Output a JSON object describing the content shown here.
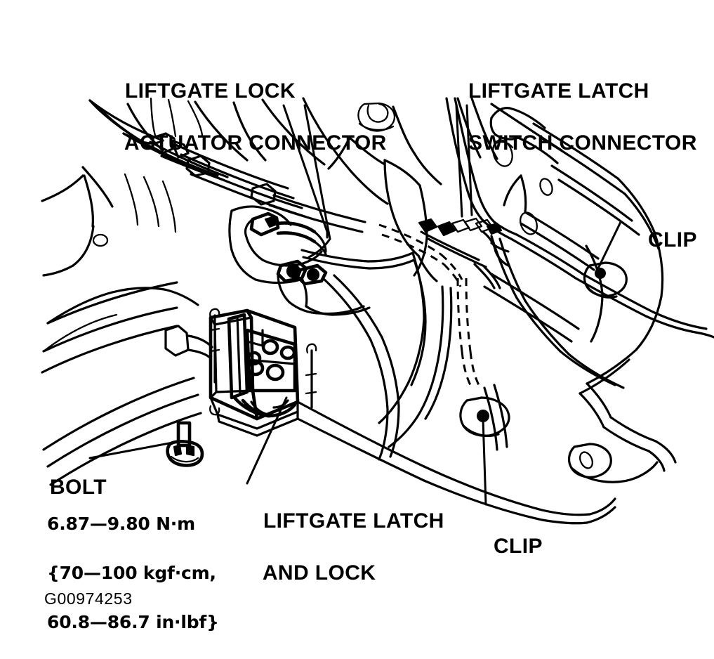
{
  "figure": {
    "id_code": "G00974253",
    "background_color": "#ffffff",
    "line_color": "#000000",
    "subject": "liftgate latch and lock assembly"
  },
  "callouts": {
    "lock_actuator_connector": {
      "line1": "LIFTGATE LOCK",
      "line2": "ACTUATOR CONNECTOR"
    },
    "latch_switch_connector": {
      "line1": "LIFTGATE LATCH",
      "line2": "SWITCH CONNECTOR"
    },
    "clip_right": {
      "line1": "CLIP"
    },
    "clip_bottom": {
      "line1": "CLIP"
    },
    "bolt": {
      "line1": "BOLT"
    },
    "latch_and_lock": {
      "line1": "LIFTGATE LATCH",
      "line2": "AND LOCK"
    }
  },
  "torque_spec": {
    "line1": "6.87—9.80 N·m",
    "line2": "{70—100 kgf·cm,",
    "line3": "60.8—86.7 in·lbf}"
  }
}
